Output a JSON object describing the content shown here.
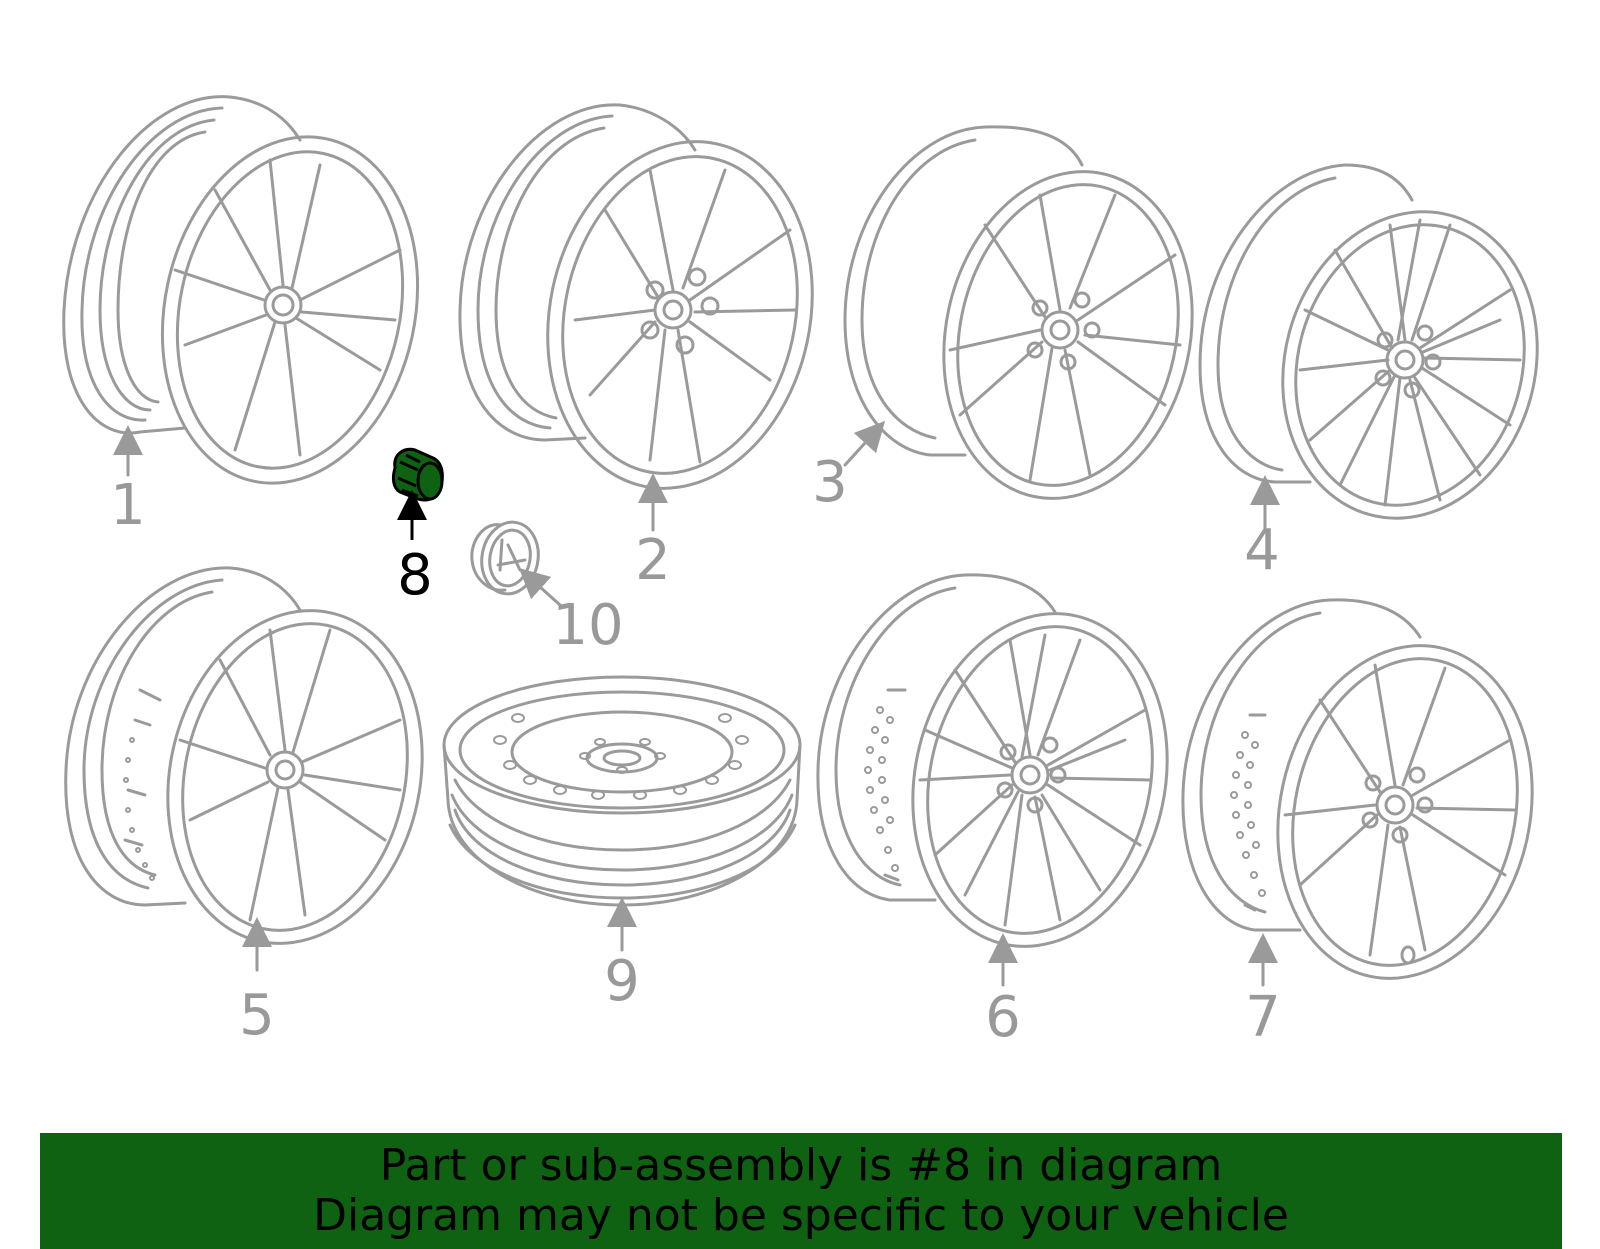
{
  "diagram": {
    "highlighted_part": "8",
    "colors": {
      "line": "#9a9a9a",
      "highlight": "#0e6211",
      "banner": "#0e6211",
      "active_text": "#000000",
      "inactive_text": "#999999"
    },
    "callouts": [
      {
        "id": "1",
        "label": "1"
      },
      {
        "id": "2",
        "label": "2"
      },
      {
        "id": "3",
        "label": "3"
      },
      {
        "id": "4",
        "label": "4"
      },
      {
        "id": "5",
        "label": "5"
      },
      {
        "id": "6",
        "label": "6"
      },
      {
        "id": "7",
        "label": "7"
      },
      {
        "id": "8",
        "label": "8"
      },
      {
        "id": "9",
        "label": "9"
      },
      {
        "id": "10",
        "label": "10"
      }
    ]
  },
  "banner": {
    "line1": "Part or sub-assembly is #8 in diagram",
    "line2": "Diagram may not be specific to your vehicle"
  }
}
